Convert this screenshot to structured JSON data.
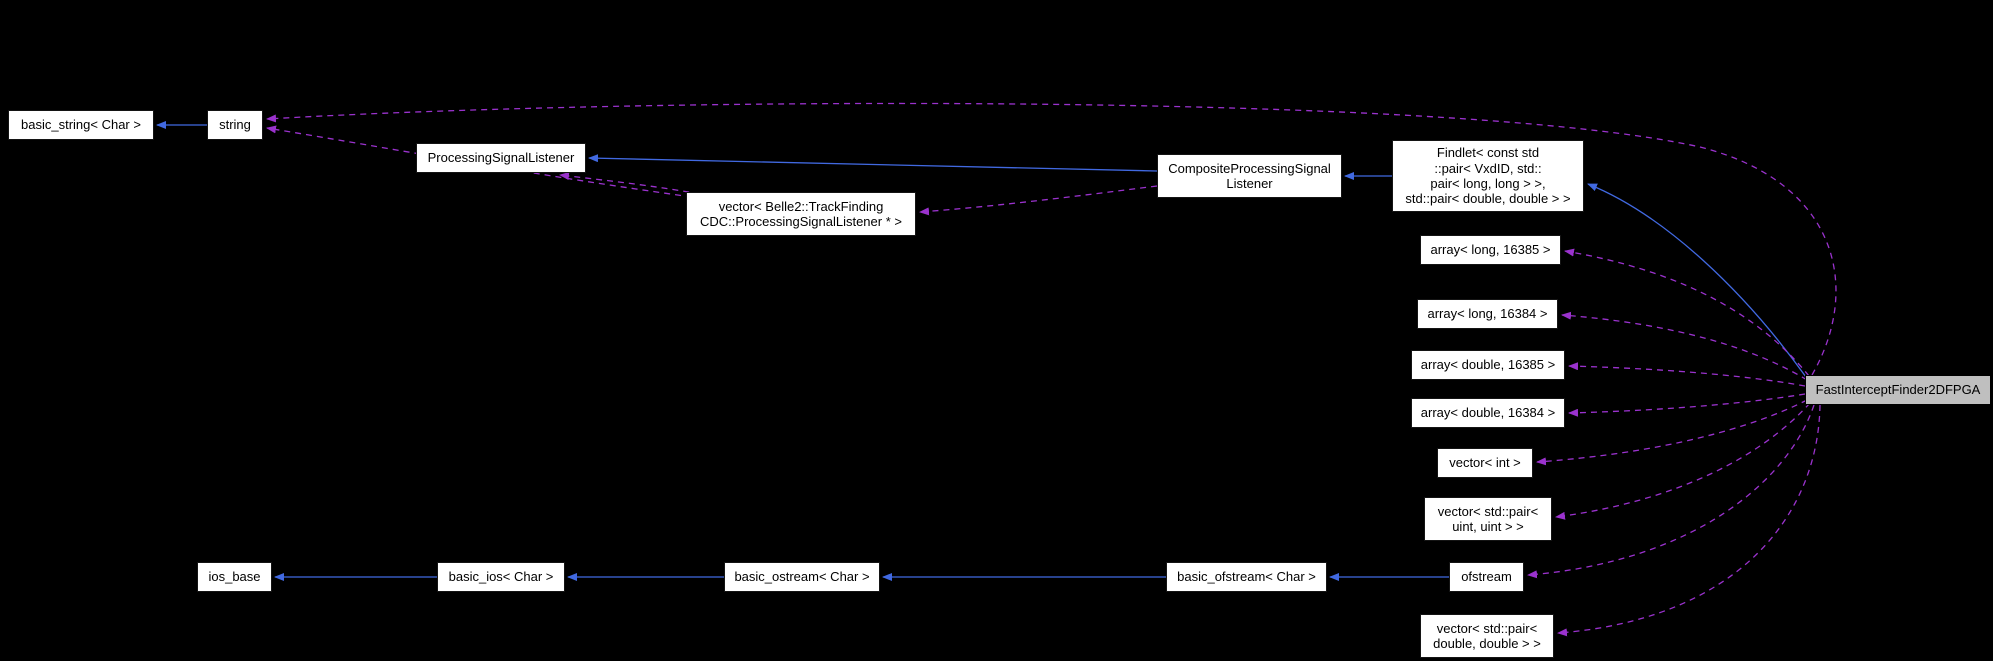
{
  "diagram": {
    "kind": "collaboration-graph",
    "highlighted_node": "FastInterceptFinder2DFPGA",
    "colors": {
      "background": "#000000",
      "node_fill": "#ffffff",
      "node_border": "#000000",
      "highlight_fill": "#bfbfbf",
      "inheritance_edge": "#4169e1",
      "usage_edge": "#9a32cd"
    },
    "nodes": {
      "basic_string": {
        "label": "basic_string< Char >"
      },
      "string_node": {
        "label": "string"
      },
      "processing_signal_listener": {
        "label": "ProcessingSignalListener"
      },
      "vector_psl": {
        "label": "vector< Belle2::TrackFinding\nCDC::ProcessingSignalListener * >"
      },
      "composite_psl": {
        "label": "CompositeProcessingSignal\nListener"
      },
      "findlet": {
        "label": "Findlet< const std\n::pair< VxdID, std::\npair< long, long > >,\n std::pair< double, double > >"
      },
      "array_long_16385": {
        "label": "array< long, 16385 >"
      },
      "array_long_16384": {
        "label": "array< long, 16384 >"
      },
      "array_double_16385": {
        "label": "array< double, 16385 >"
      },
      "array_double_16384": {
        "label": "array< double, 16384 >"
      },
      "vector_int": {
        "label": "vector< int >"
      },
      "vector_pair_uint": {
        "label": "vector< std::pair<\nuint, uint > >"
      },
      "ios_base": {
        "label": "ios_base"
      },
      "basic_ios": {
        "label": "basic_ios< Char >"
      },
      "basic_ostream": {
        "label": "basic_ostream< Char >"
      },
      "basic_ofstream": {
        "label": "basic_ofstream< Char >"
      },
      "ofstream": {
        "label": "ofstream"
      },
      "vector_pair_double": {
        "label": "vector< std::pair<\ndouble, double > >"
      },
      "fast_intercept_finder": {
        "label": "FastInterceptFinder2DFPGA"
      }
    }
  }
}
